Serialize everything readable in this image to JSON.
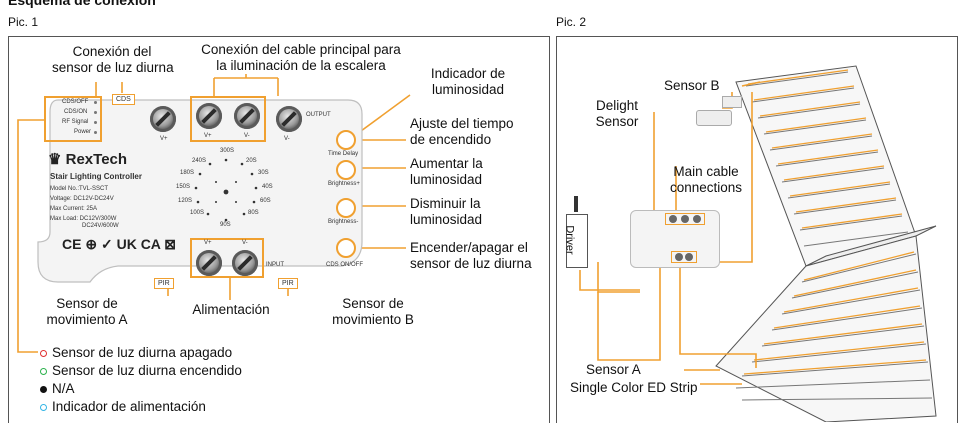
{
  "heading": "Esquema de conexión",
  "pic1_label": "Pic. 1",
  "pic2_label": "Pic. 2",
  "pic1": {
    "callouts": {
      "daylight_sensor_conn": "Conexión del\nsensor de luz diurna",
      "main_cable_conn": "Conexión del cable principal para\nla iluminación de la escalera",
      "brightness_indicator": "Indicador de\nluminosidad",
      "time_adjust": "Ajuste del tiempo\nde encendido",
      "brightness_up": "Aumentar la\nluminosidad",
      "brightness_down": "Disminuir la\nluminosidad",
      "daylight_toggle": "Encender/apagar el\nsensor de luz diurna",
      "motion_sensor_a": "Sensor de\nmovimiento A",
      "power": "Alimentación",
      "motion_sensor_b": "Sensor de\nmovimiento B"
    },
    "legend": [
      {
        "symbol": "○",
        "color": "#E03030",
        "label": "Sensor de luz diurna apagado"
      },
      {
        "symbol": "○",
        "color": "#2BB24C",
        "label": "Sensor de luz diurna encendido"
      },
      {
        "symbol": "●",
        "color": "#111111",
        "label": "N/A"
      },
      {
        "symbol": "○",
        "color": "#33B5E5",
        "label": "Indicador de alimentación"
      }
    ],
    "device": {
      "brand": "RexTech",
      "product": "Stair Lighting Controller",
      "specs": [
        "Model No.:TVL-SSCT",
        "Voltage: DC12V-DC24V",
        "Max Current: 25A",
        "Max Load: DC12V/300W",
        "DC24V/600W"
      ],
      "led_labels": [
        "CDS/OFF",
        "CDS/ON",
        "RF Signal",
        "Power"
      ],
      "cds_label": "CDS",
      "output_label": "OUTPUT",
      "input_label": "INPUT",
      "pir_label": "PIR",
      "terminal_top": [
        "V+",
        "V+",
        "V-",
        "V-"
      ],
      "terminal_bottom": [
        "V+",
        "V-"
      ],
      "button_labels": [
        "Time Delay",
        "Brightness+",
        "Brightness-",
        "CDS ON/OFF"
      ],
      "dial_labels": [
        "300S",
        "240S",
        "20S",
        "180S",
        "30S",
        "150S",
        "40S",
        "120S",
        "60S",
        "100S",
        "80S",
        "90S"
      ],
      "cert_marks": "CE ⊕ ✓ UK CA ⊠"
    }
  },
  "pic2": {
    "labels": {
      "sensor_b": "Sensor B",
      "delight_sensor": "Delight\nSensor",
      "main_cable": "Main cable\nconnections",
      "driver": "Driver",
      "sensor_a": "Sensor A",
      "strip": "Single Color ED Strip"
    }
  },
  "colors": {
    "accent": "#F0A030",
    "border": "#555555"
  }
}
